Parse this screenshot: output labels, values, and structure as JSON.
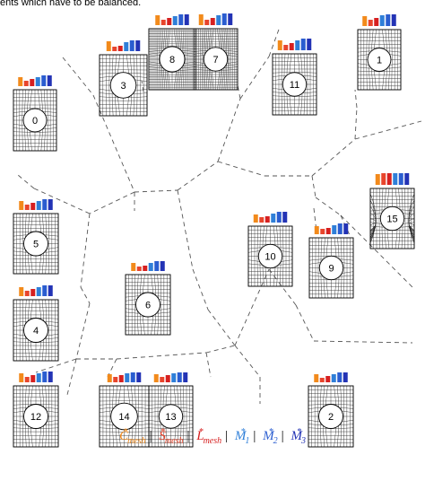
{
  "caption_top": "ents which have to be balanced.",
  "meshes": [
    {
      "id": "0",
      "label": "0",
      "variant": "hole"
    },
    {
      "id": "1",
      "label": "1",
      "variant": "hole-top"
    },
    {
      "id": "2",
      "label": "2",
      "variant": "hole"
    },
    {
      "id": "3",
      "label": "3",
      "variant": "hole"
    },
    {
      "id": "4",
      "label": "4",
      "variant": "hole"
    },
    {
      "id": "5",
      "label": "5",
      "variant": "hole"
    },
    {
      "id": "6",
      "label": "6",
      "variant": "hole"
    },
    {
      "id": "7",
      "label": "7",
      "variant": "dense"
    },
    {
      "id": "8",
      "label": "8",
      "variant": "dense"
    },
    {
      "id": "9",
      "label": "9",
      "variant": "hole"
    },
    {
      "id": "10",
      "label": "10",
      "variant": "hole"
    },
    {
      "id": "11",
      "label": "11",
      "variant": "hole"
    },
    {
      "id": "12",
      "label": "12",
      "variant": "hole"
    },
    {
      "id": "13",
      "label": "13",
      "variant": "hole"
    },
    {
      "id": "14",
      "label": "14",
      "variant": "hole"
    },
    {
      "id": "15",
      "label": "15",
      "variant": "dense-side"
    }
  ],
  "legend": [
    {
      "base": "C",
      "sup": "*",
      "sub": "mesh",
      "color": "#f28a1b"
    },
    {
      "base": "S",
      "sup": "*",
      "sub": "mesh",
      "color": "#e8452c"
    },
    {
      "base": "L",
      "sup": "*",
      "sub": "mesh",
      "color": "#d62020"
    },
    {
      "base": "M",
      "sup": "*",
      "sub": "1",
      "color": "#2f7fd8"
    },
    {
      "base": "M",
      "sup": "*",
      "sub": "2",
      "color": "#2a5dd0"
    },
    {
      "base": "M",
      "sup": "*",
      "sub": "3",
      "color": "#2333b5"
    }
  ],
  "bar_colors": [
    "#f28a1b",
    "#e8452c",
    "#d62020",
    "#2f7fd8",
    "#2a5dd0",
    "#2333b5"
  ],
  "separator": "|"
}
